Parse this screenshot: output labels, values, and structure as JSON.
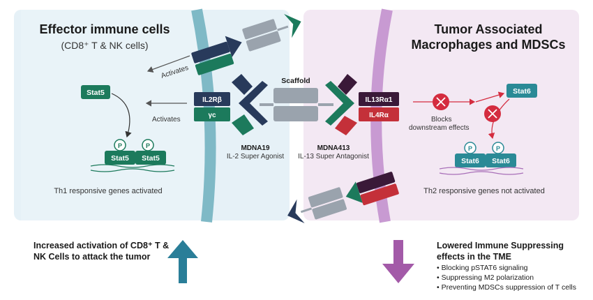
{
  "left_panel": {
    "title": "Effector immune cells",
    "subtitle": "(CD8⁺ T & NK cells)",
    "stat5": "Stat5",
    "p": "P",
    "footer": "Th1 responsive genes activated"
  },
  "right_panel": {
    "title_line1": "Tumor Associated",
    "title_line2": "Macrophages and MDSCs",
    "stat6": "Stat6",
    "blocks_line1": "Blocks",
    "blocks_line2": "downstream effects",
    "p": "P",
    "footer": "Th2 responsive genes not activated"
  },
  "center": {
    "activates": "Activates",
    "scaffold": "Scaffold",
    "il2rb": "IL2Rβ",
    "gamma_c": "γc",
    "il13ra1": "IL13Rα1",
    "il4ra": "IL4Rα",
    "mdna19_name": "MDNA19",
    "mdna19_desc": "IL-2 Super Agonist",
    "mdna413_name": "MDNA413",
    "mdna413_desc": "IL-13 Super Antagonist"
  },
  "bottom_left": {
    "title": "Increased activation of CD8⁺ T & NK Cells to attack the tumor"
  },
  "bottom_right": {
    "title": "Lowered Immune Suppressing effects in the TME",
    "bullets": [
      "Blocking pSTAT6 signaling",
      "Suppressing M2 polarization",
      "Preventing MDSCs suppression of T cells"
    ]
  },
  "colors": {
    "left_bg": "#e6f1f7",
    "right_bg": "#f3e8f3",
    "left_membrane": "#7fb9c6",
    "right_membrane": "#c89ad2",
    "navy": "#283a5b",
    "green": "#1c7a5c",
    "teal": "#2a8a96",
    "purple": "#8e4a9a",
    "red": "#d42c3f",
    "dark_purple": "#3a1938",
    "crimson": "#c43039",
    "gray": "#9aa3ad"
  }
}
